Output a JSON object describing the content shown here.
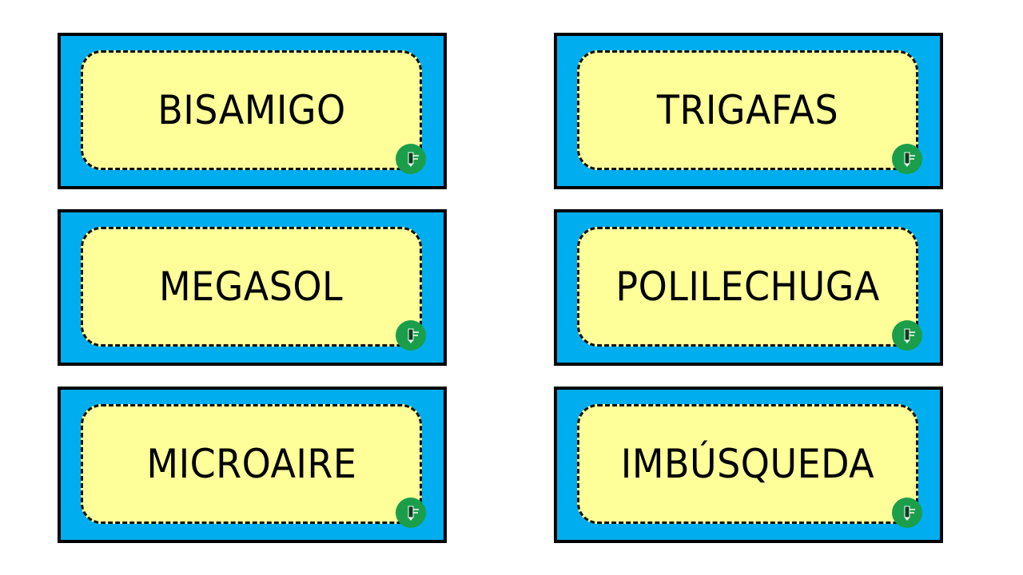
{
  "cards": [
    {
      "word": "BISAMIGO"
    },
    {
      "word": "TRIGAFAS"
    },
    {
      "word": "MEGASOL"
    },
    {
      "word": "POLILECHUGA"
    },
    {
      "word": "MICROAIRE"
    },
    {
      "word": "IMBÚSQUEDA"
    }
  ],
  "logo": {
    "icon": "pencil-badge-icon",
    "color": "#1a9e4a"
  },
  "colors": {
    "outer": "#00aeef",
    "inner": "#ffff99",
    "border": "#000000"
  }
}
